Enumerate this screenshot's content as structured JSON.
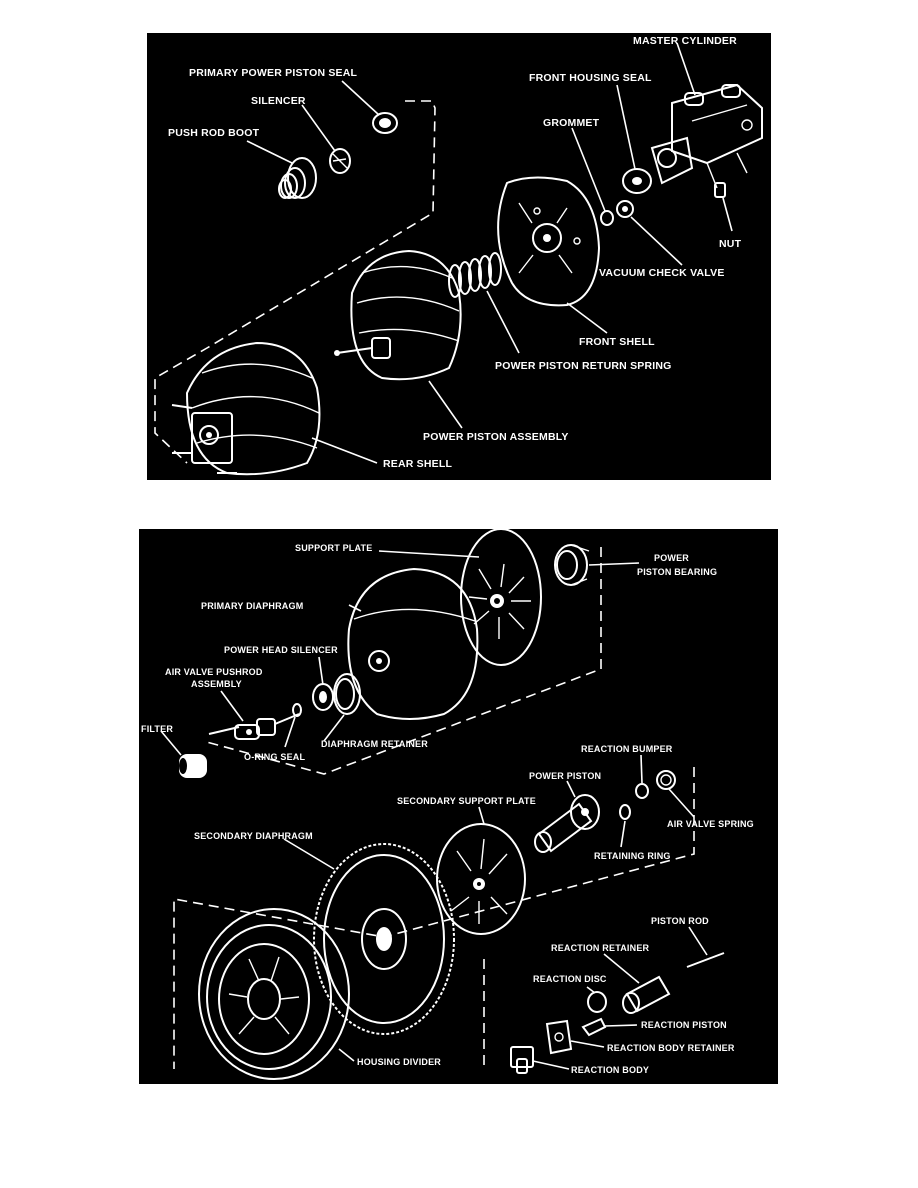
{
  "figure_top": {
    "labels": {
      "master_cylinder": "MASTER CYLINDER",
      "primary_power_piston_seal": "PRIMARY POWER PISTON SEAL",
      "front_housing_seal": "FRONT HOUSING SEAL",
      "silencer": "SILENCER",
      "grommet": "GROMMET",
      "push_rod_boot": "PUSH ROD BOOT",
      "nut": "NUT",
      "vacuum_check_valve": "VACUUM CHECK VALVE",
      "front_shell": "FRONT SHELL",
      "power_piston_return_spring": "POWER PISTON RETURN SPRING",
      "power_piston_assembly": "POWER PISTON ASSEMBLY",
      "rear_shell": "REAR SHELL"
    }
  },
  "figure_bottom": {
    "labels": {
      "support_plate": "SUPPORT PLATE",
      "power_piston_bearing_1": "POWER",
      "power_piston_bearing_2": "PISTON BEARING",
      "primary_diaphragm": "PRIMARY DIAPHRAGM",
      "power_head_silencer": "POWER HEAD SILENCER",
      "air_valve_pushrod_1": "AIR VALVE PUSHROD",
      "air_valve_pushrod_2": "ASSEMBLY",
      "filter": "FILTER",
      "diaphragm_retainer": "DIAPHRAGM RETAINER",
      "o_ring_seal": "O-RING SEAL",
      "reaction_bumper": "REACTION BUMPER",
      "power_piston": "POWER PISTON",
      "secondary_support_plate": "SECONDARY SUPPORT PLATE",
      "air_valve_spring": "AIR VALVE SPRING",
      "secondary_diaphragm": "SECONDARY DIAPHRAGM",
      "retaining_ring": "RETAINING RING",
      "piston_rod": "PISTON ROD",
      "reaction_retainer": "REACTION RETAINER",
      "reaction_disc": "REACTION DISC",
      "reaction_piston": "REACTION PISTON",
      "reaction_body_retainer": "REACTION BODY RETAINER",
      "reaction_body": "REACTION BODY",
      "housing_divider": "HOUSING DIVIDER"
    }
  },
  "colors": {
    "background": "#000000",
    "ink": "#ffffff",
    "page": "#ffffff"
  }
}
